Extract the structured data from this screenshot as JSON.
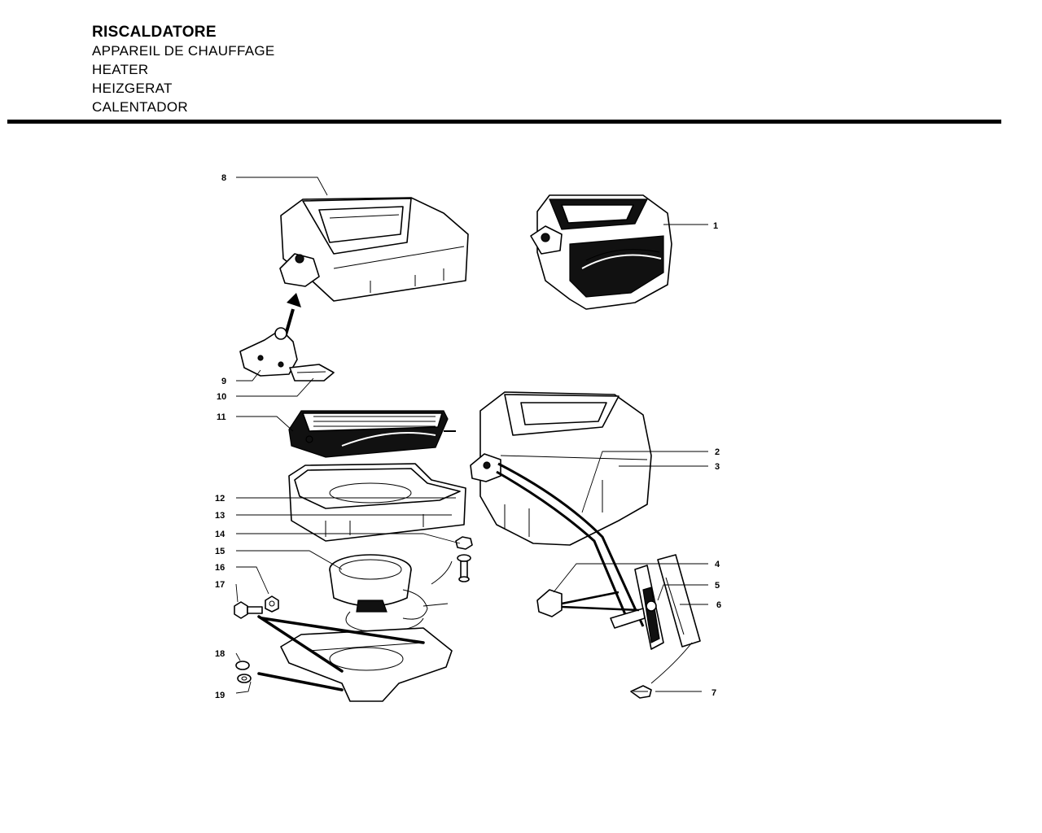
{
  "header": {
    "titles": [
      "RISCALDATORE",
      "APPAREIL DE CHAUFFAGE",
      "HEATER",
      "HEIZGERAT",
      "CALENTADOR"
    ]
  },
  "callouts": {
    "c1": "1",
    "c2": "2",
    "c3": "3",
    "c4": "4",
    "c5": "5",
    "c6": "6",
    "c7": "7",
    "c8": "8",
    "c9": "9",
    "c10": "10",
    "c11": "11",
    "c12": "12",
    "c13": "13",
    "c14": "14",
    "c15": "15",
    "c16": "16",
    "c17": "17",
    "c18": "18",
    "c19": "19"
  }
}
